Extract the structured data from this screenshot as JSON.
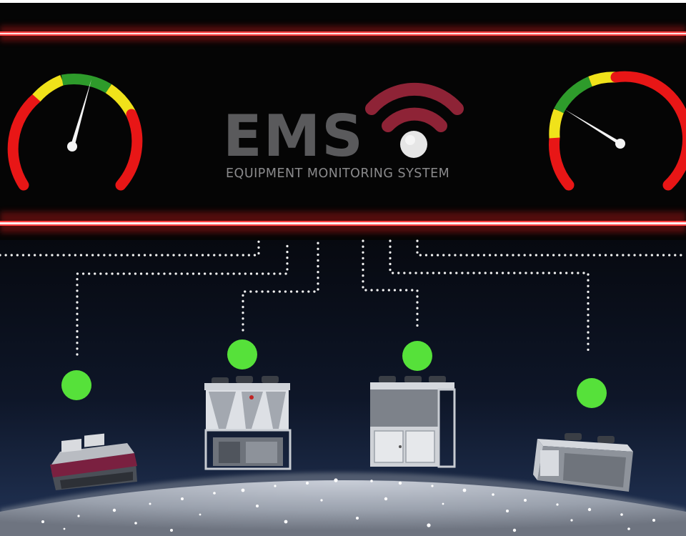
{
  "logo": {
    "acronym": "EMS",
    "tagline": "EQUIPMENT MONITORING SYSTEM"
  },
  "colors": {
    "banner_bg": "#050505",
    "neon_line": "#ff3a3a",
    "logo_text": "#5a5a5c",
    "wifi_arc": "#8e2336",
    "wifi_dot": "#e6e6e6",
    "gauge_red": "#e81616",
    "gauge_yellow": "#f0e21a",
    "gauge_green": "#2e9b2b",
    "status_ok": "#56e13a",
    "sky_top": "#070a12",
    "sky_bottom": "#1b2a4a",
    "connector_dots": "#f2f2f2"
  },
  "icons": [
    "speed-gauge-icon",
    "wifi-signal-icon",
    "status-indicator-icon"
  ],
  "gauges": [
    {
      "name": "left-gauge",
      "needle_position": 0.62
    },
    {
      "name": "right-gauge",
      "needle_position": 0.27
    }
  ],
  "equipment": [
    {
      "name": "compact-unit",
      "status": "online"
    },
    {
      "name": "v-coil-chiller",
      "status": "online"
    },
    {
      "name": "cabinet-chiller",
      "status": "online"
    },
    {
      "name": "box-unit",
      "status": "online"
    }
  ]
}
